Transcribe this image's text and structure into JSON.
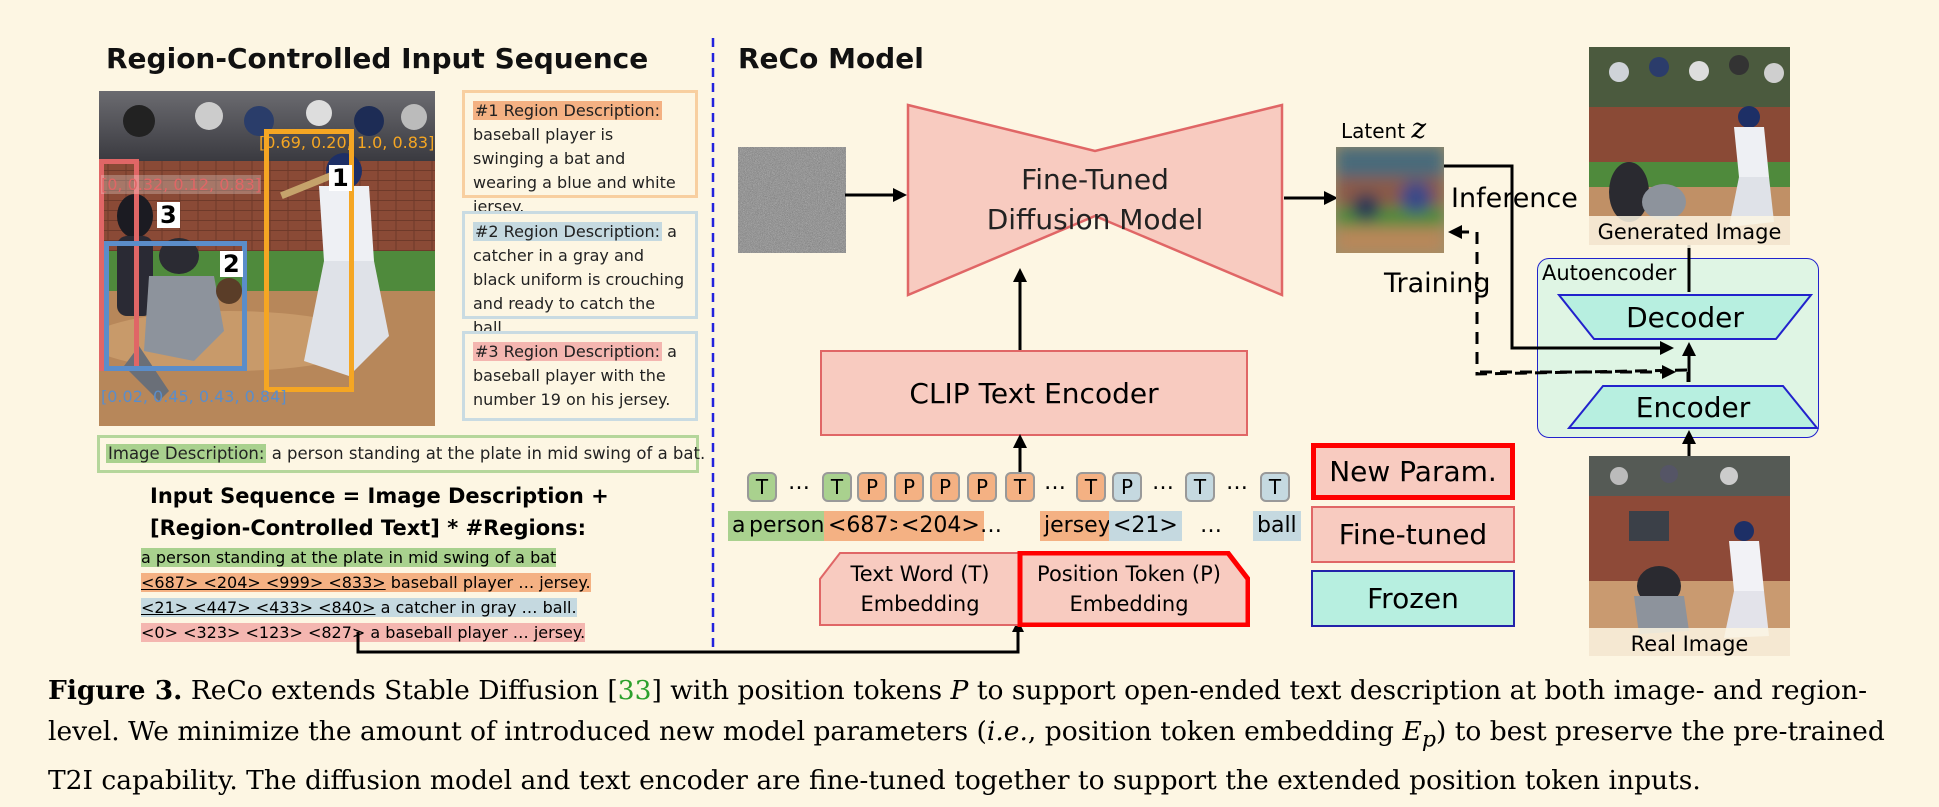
{
  "left": {
    "title": "Region-Controlled Input Sequence",
    "boxes": [
      {
        "num": "1",
        "coords": "[0.69, 0.20, 1.0, 0.83]",
        "color": "#f5a623"
      },
      {
        "num": "2",
        "coords": "[0.02, 0.45, 0.43, 0.84]",
        "color": "#5b8dc9"
      },
      {
        "num": "3",
        "coords": "[0, 0.32, 0.12, 0.83]",
        "color": "#e06666"
      }
    ],
    "region_descs": [
      {
        "label": "#1 Region Description:",
        "text": " baseball player is swinging a bat and wearing a blue and white jersey."
      },
      {
        "label": "#2 Region Description:",
        "text": " a catcher in a gray and black uniform is crouching and ready to catch the ball."
      },
      {
        "label": "#3 Region Description:",
        "text": " a baseball player with the number 19 on his jersey."
      }
    ],
    "image_desc": {
      "label": "Image Description:",
      "text": " a person standing at the plate in mid swing of a bat."
    },
    "seq_title_line1": "Input Sequence = Image Description +",
    "seq_title_line2": "[Region-Controlled Text] * #Regions:",
    "seq_lines": [
      {
        "tokens": "",
        "text": "a person standing at the plate in mid swing of a bat"
      },
      {
        "tokens": "<687> <204> <999> <833>",
        "text": " baseball player … jersey."
      },
      {
        "tokens": "<21> <447> <433> <840>",
        "text": " a catcher in gray … ball."
      },
      {
        "tokens": "",
        "text": "<0> <323> <123> <827> a baseball player …  jersey."
      }
    ]
  },
  "model": {
    "title": "ReCo Model",
    "diffusion_line1": "Fine-Tuned",
    "diffusion_line2": "Diffusion Model",
    "latent_label": "Latent",
    "latent_symbol": "z",
    "inference": "Inference",
    "training": "Training",
    "clip": "CLIP Text Encoder",
    "autoencoder": "Autoencoder",
    "decoder": "Decoder",
    "encoder": "Encoder",
    "generated": "Generated Image",
    "real": "Real Image",
    "text_word_line1": "Text Word (T)",
    "text_word_line2": "Embedding",
    "pos_token_line1": "Position Token (P)",
    "pos_token_line2": "Embedding",
    "tokens": [
      "T",
      "…",
      "T",
      "P",
      "P",
      "P",
      "P",
      "T",
      "…",
      "T",
      "P",
      "…",
      "T",
      "…",
      "T"
    ],
    "words": [
      "a",
      "person",
      "<687>",
      "<204>",
      "…",
      "jersey",
      "<21>",
      "…",
      "ball"
    ]
  },
  "legend": {
    "new_param": "New Param.",
    "fine_tuned": "Fine-tuned",
    "frozen": "Frozen"
  },
  "caption": {
    "fig": "Figure 3.",
    "t1": " ReCo extends Stable Diffusion [",
    "ref": "33",
    "t2": "] with position tokens ",
    "P": "P",
    "t3": " to support open-ended text description at both image- and region-level. We minimize the amount of introduced new model parameters (",
    "ie": "i.e.",
    "t4": ", position token embedding ",
    "Ep": "E",
    "Ep_sub": "p",
    "t5": ") to best preserve the pre-trained T2I capability. The diffusion model and text encoder are fine-tuned together to support the extended position token inputs."
  },
  "colors": {
    "orange": "#f5a623",
    "blue": "#5b8dc9",
    "red": "#e06666",
    "green_hl": "#a9d18e",
    "orange_hl": "#f4b183",
    "blue_hl": "#c5d9e0",
    "red_hl": "#f4b6b0",
    "pink": "#f8cbc0",
    "cyan": "#b7efe0",
    "dashed": "#2222dd"
  }
}
